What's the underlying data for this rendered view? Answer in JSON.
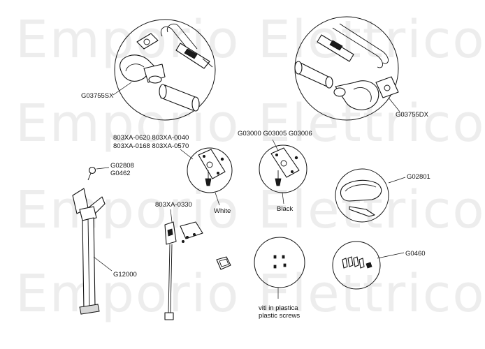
{
  "watermark": {
    "text": "Emporio Elettrico",
    "color": "#ededed"
  },
  "labels": {
    "g03755sx": "G03755SX",
    "g03755dx": "G03755DX",
    "code_803_line1": "803XA-0620 803XA-0040",
    "code_803_line2": "803XA-0168 803XA-0570",
    "white": "White",
    "g03000": "G03000 G03005 G03006",
    "black": "Black",
    "g02808": "G02808",
    "g0462": "G0462",
    "g02801": "G02801",
    "code_0330": "803XA-0330",
    "g12000": "G12000",
    "g0460": "G0460",
    "screws_it": "viti in plastica",
    "screws_en": "plastic screws"
  },
  "colors": {
    "line": "#111111",
    "background": "#ffffff",
    "shade": "#d8d8d8"
  }
}
